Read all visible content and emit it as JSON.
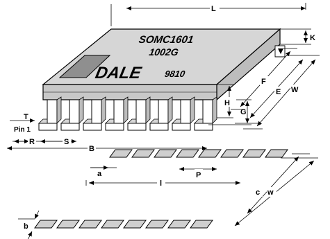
{
  "package": {
    "marking_line1": "SOMC1601",
    "marking_line2": "1002G",
    "brand": "DALE",
    "date_code": "9810",
    "pin1_label": "Pin 1",
    "pins_per_side": 8
  },
  "dimensions": {
    "L": "L",
    "K": "K",
    "F": "F",
    "E": "E",
    "W": "W",
    "H": "H",
    "G": "G",
    "T": "T",
    "R": "R",
    "S": "S",
    "B": "B"
  },
  "footprint": {
    "a": "a",
    "l": "l",
    "P": "P",
    "c": "c",
    "w": "w",
    "b": "b",
    "pads_per_row": 8
  },
  "colors": {
    "body_top": "#d6d6d6",
    "body_side": "#bdbdbd",
    "body_front": "#c8c8c8",
    "logo_rect": "#8f8f8f",
    "pad": "#cfcfcf",
    "stroke": "#000000"
  }
}
